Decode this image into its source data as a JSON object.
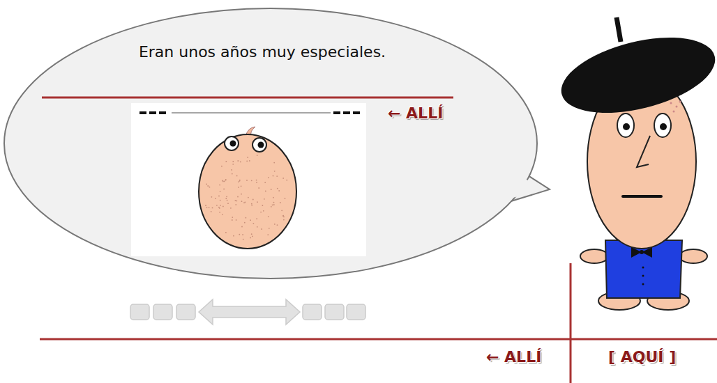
{
  "diagram": {
    "nodes": [
      {
        "text": [
          "Eran unos años muy especiales."
        ]
      }
    ],
    "labels": [
      "← ALLÍ",
      "← ALLÍ",
      "[ AQUÍ ]"
    ]
  }
}
